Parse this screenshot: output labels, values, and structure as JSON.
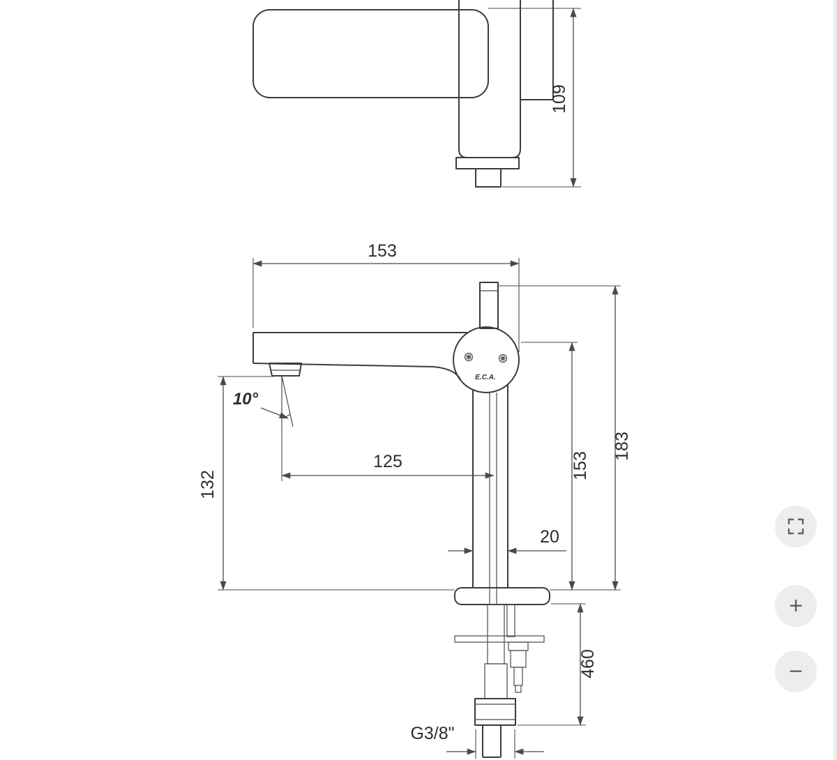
{
  "page": {
    "background": "#ffffff"
  },
  "viewer_controls": {
    "fullscreen_icon": "corner-brackets-expand",
    "zoom_in_symbol": "+",
    "zoom_out_symbol": "−"
  },
  "drawing": {
    "line_color": "#3b3b3b",
    "text_color": "#2d2d2d",
    "brand_mark": "E.C.A.",
    "labels": {
      "top_depth": "109",
      "overall_width": "153",
      "overall_height": "183",
      "body_height": "153",
      "outlet_height": "132",
      "spout_reach": "125",
      "outlet_angle": "10°",
      "body_width": "20",
      "hose_length": "460",
      "thread": "G3/8\""
    }
  }
}
